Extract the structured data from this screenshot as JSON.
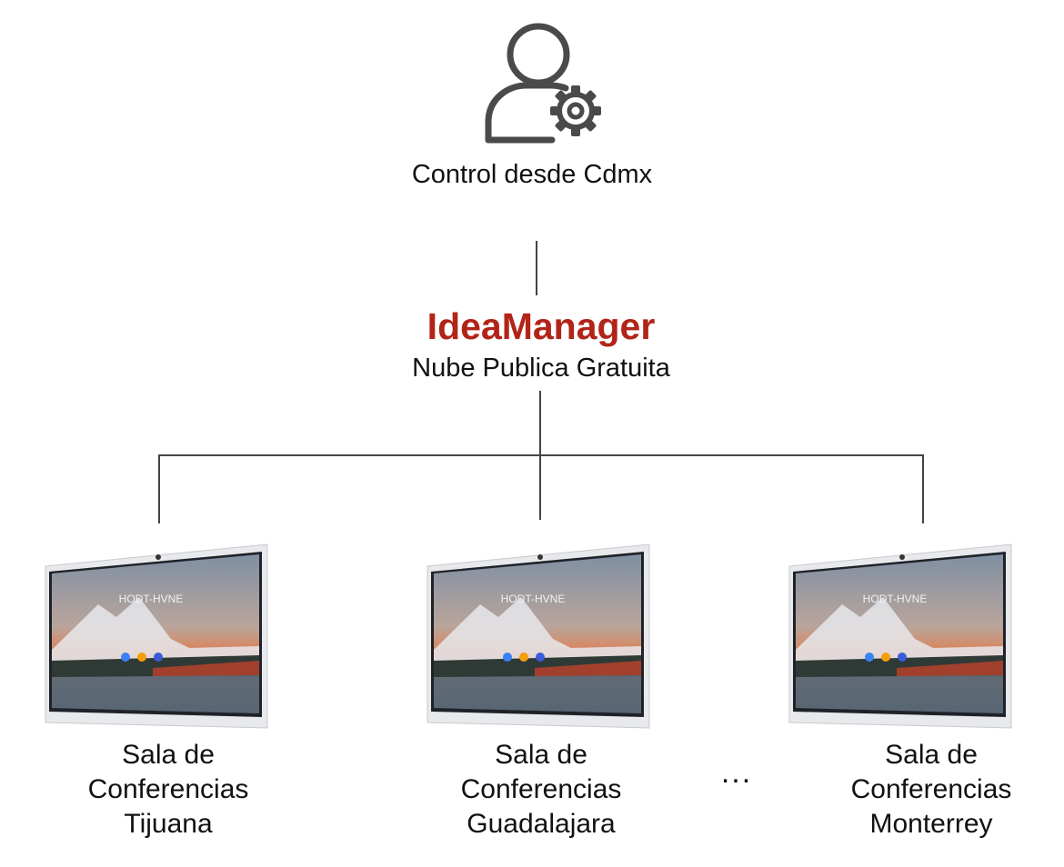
{
  "admin": {
    "label": "Control desde Cdmx",
    "icon": "user-gear-icon"
  },
  "cloud": {
    "title": "IdeaManager",
    "subtitle": "Nube Publica Gratuita",
    "title_color": "#B22418"
  },
  "display_screen_text": "HODT-HVNE",
  "rooms": [
    {
      "line1": "Sala de",
      "line2": "Conferencias",
      "line3": "Tijuana"
    },
    {
      "line1": "Sala de",
      "line2": "Conferencias",
      "line3": "Guadalajara"
    },
    {
      "line1": "Sala de",
      "line2": "Conferencias",
      "line3": "Monterrey"
    }
  ],
  "ellipsis": "...",
  "colors": {
    "connector": "#444444",
    "icon": "#4a4a4a",
    "text": "#111111"
  }
}
